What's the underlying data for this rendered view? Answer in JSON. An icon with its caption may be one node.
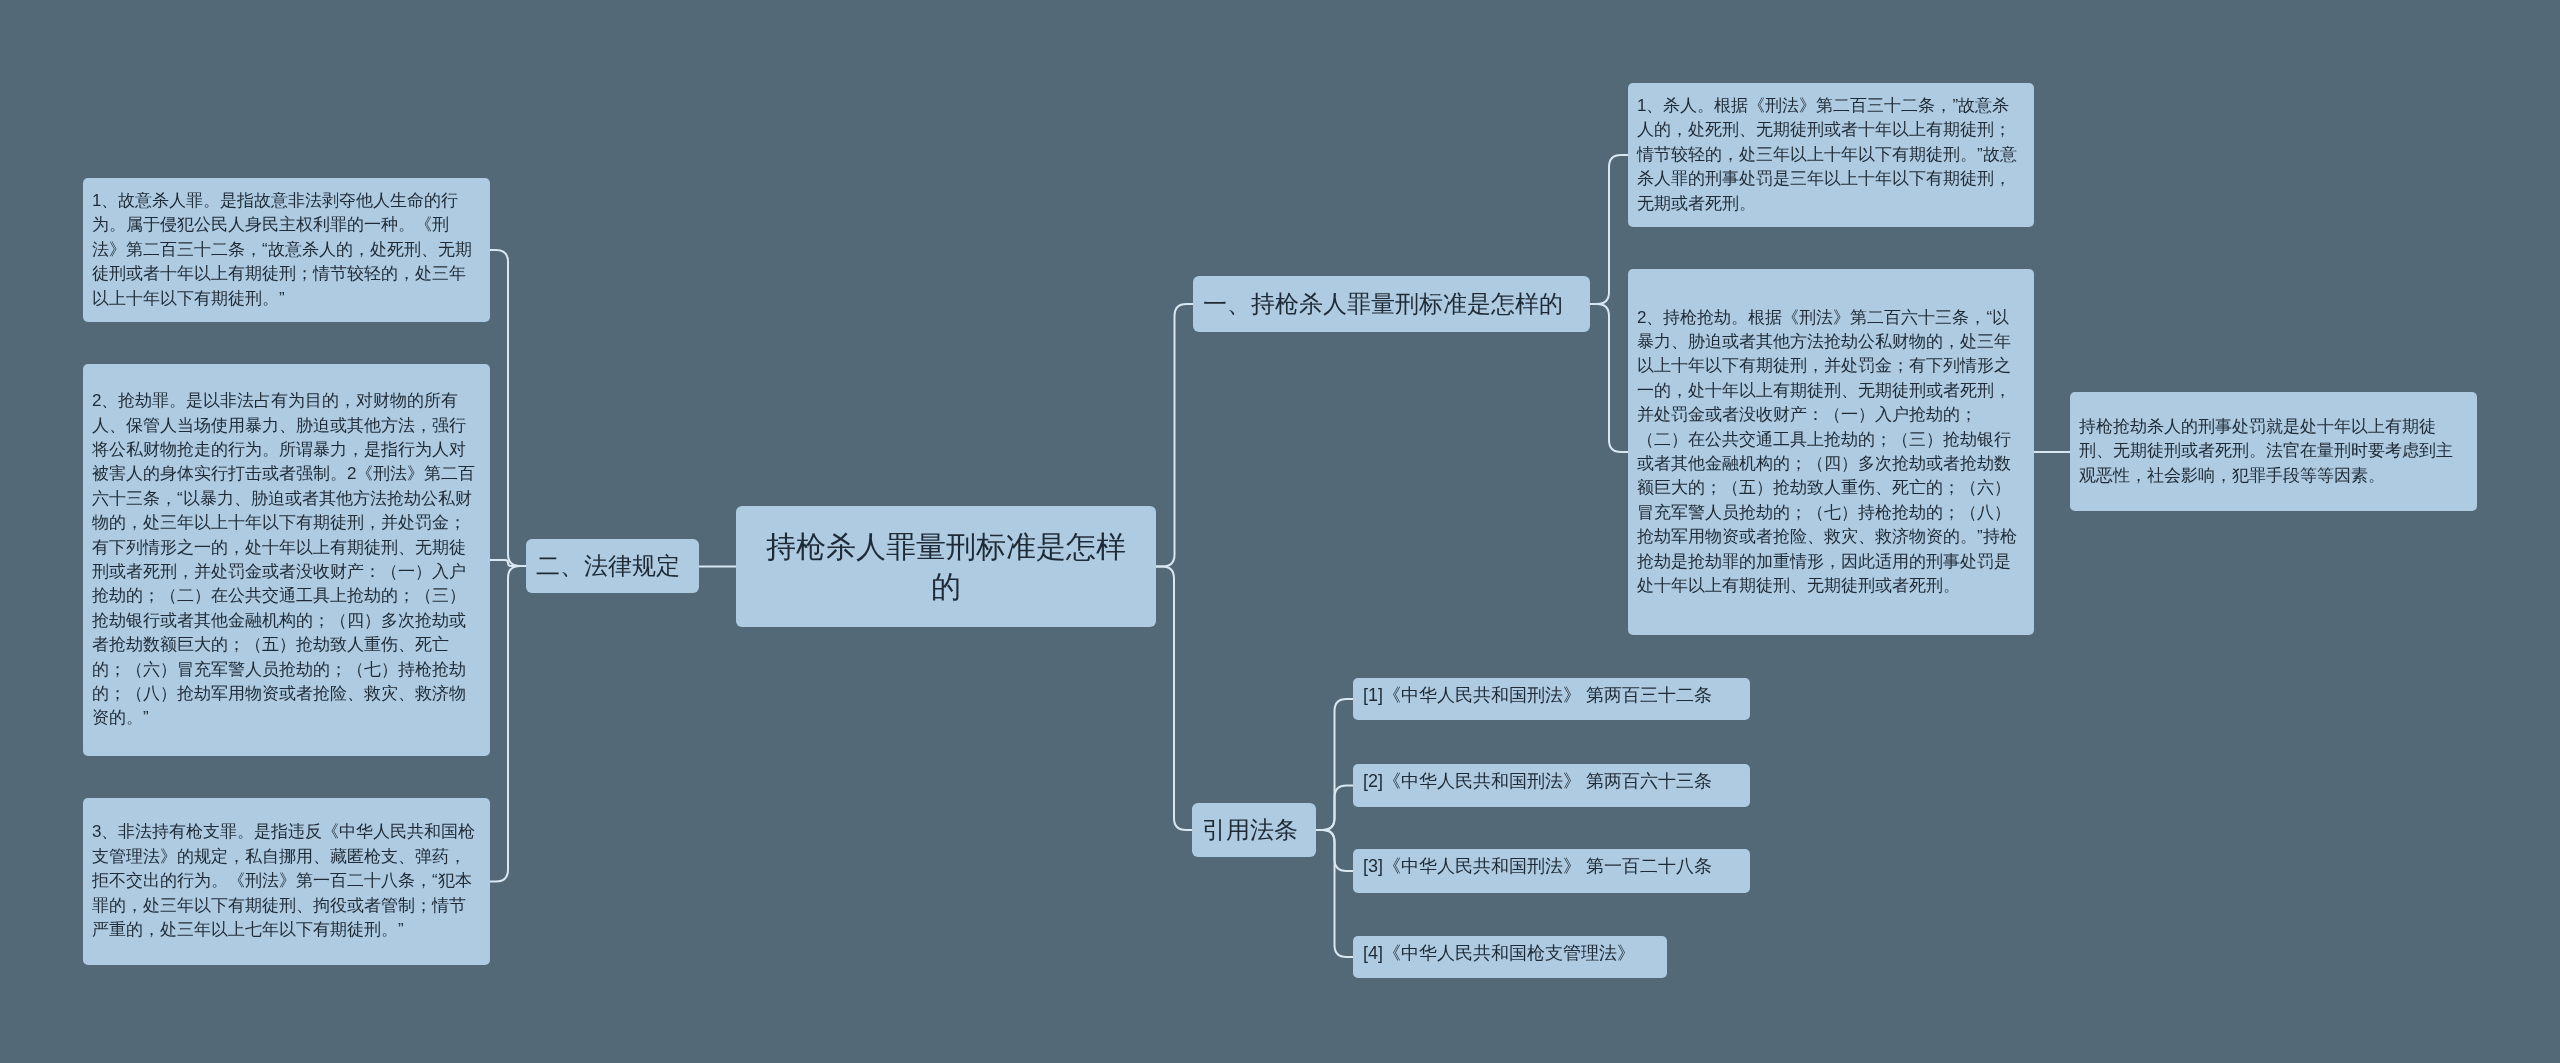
{
  "diagram": {
    "nodes": [
      {
        "text": [
          "持枪杀人罪量刑标准是怎样的"
        ]
      },
      {
        "text": [
          "二、法律规定"
        ]
      },
      {
        "text": [
          "1、故意杀人罪。是指故意非法剥夺他人生命的行为。属于侵犯公民人身民主权利罪的一种。《刑法》第二百三十二条，“故意杀人的，处死刑、无期徒刑或者十年以上有期徒刑；情节较轻的，处三年以上十年以下有期徒刑。”"
        ]
      },
      {
        "text": [
          "2、抢劫罪。是以非法占有为目的，对财物的所有人、保管人当场使用暴力、胁迫或其他方法，强行将公私财物抢走的行为。所谓暴力，是指行为人对被害人的身体实行打击或者强制。2《刑法》第二百六十三条，“以暴力、胁迫或者其他方法抢劫公私财物的，处三年以上十年以下有期徒刑，并处罚金；有下列情形之一的，处十年以上有期徒刑、无期徒刑或者死刑，并处罚金或者没收财产：（一）入户抢劫的；（二）在公共交通工具上抢劫的；（三）抢劫银行或者其他金融机构的；（四）多次抢劫或者抢劫数额巨大的；（五）抢劫致人重伤、死亡的；（六）冒充军警人员抢劫的；（七）持枪抢劫的；（八）抢劫军用物资或者抢险、救灾、救济物资的。”"
        ]
      },
      {
        "text": [
          "3、非法持有枪支罪。是指违反《中华人民共和国枪支管理法》的规定，私自挪用、藏匿枪支、弹药，拒不交出的行为。《刑法》第一百二十八条，“犯本罪的，处三年以下有期徒刑、拘役或者管制；情节严重的，处三年以上七年以下有期徒刑。”"
        ]
      },
      {
        "text": [
          "一、持枪杀人罪量刑标准是怎样的"
        ]
      },
      {
        "text": [
          "1、杀人。根据《刑法》第二百三十二条，”故意杀人的，处死刑、无期徒刑或者十年以上有期徒刑；情节较轻的，处三年以上十年以下有期徒刑。”故意杀人罪的刑事处罚是三年以上十年以下有期徒刑，无期或者死刑。"
        ]
      },
      {
        "text": [
          "2、持枪抢劫。根据《刑法》第二百六十三条，“以暴力、胁迫或者其他方法抢劫公私财物的，处三年以上十年以下有期徒刑，并处罚金；有下列情形之一的，处十年以上有期徒刑、无期徒刑或者死刑，并处罚金或者没收财产：（一）入户抢劫的；（二）在公共交通工具上抢劫的；（三）抢劫银行或者其他金融机构的；（四）多次抢劫或者抢劫数额巨大的；（五）抢劫致人重伤、死亡的；（六）冒充军警人员抢劫的；（七）持枪抢劫的；（八）抢劫军用物资或者抢险、救灾、救济物资的。”持枪抢劫是抢劫罪的加重情形，因此适用的刑事处罚是处十年以上有期徒刑、无期徒刑或者死刑。"
        ]
      },
      {
        "text": [
          "持枪抢劫杀人的刑事处罚就是处十年以上有期徒刑、无期徒刑或者死刑。法官在量刑时要考虑到主观恶性，社会影响，犯罪手段等等因素。"
        ]
      },
      {
        "text": [
          "引用法条"
        ]
      },
      {
        "text": [
          "[1]《中华人民共和国刑法》 第两百三十二条"
        ]
      },
      {
        "text": [
          "[2]《中华人民共和国刑法》 第两百六十三条"
        ]
      },
      {
        "text": [
          "[3]《中华人民共和国刑法》 第一百二十八条"
        ]
      },
      {
        "text": [
          "[4]《中华人民共和国枪支管理法》"
        ]
      }
    ],
    "edges": [
      {
        "from": 0,
        "to": 1,
        "arrow": "none"
      },
      {
        "from": 1,
        "to": 2,
        "arrow": "none"
      },
      {
        "from": 1,
        "to": 3,
        "arrow": "none"
      },
      {
        "from": 1,
        "to": 4,
        "arrow": "none"
      },
      {
        "from": 0,
        "to": 5,
        "arrow": "none"
      },
      {
        "from": 5,
        "to": 6,
        "arrow": "none"
      },
      {
        "from": 5,
        "to": 7,
        "arrow": "none"
      },
      {
        "from": 7,
        "to": 8,
        "arrow": "none"
      },
      {
        "from": 0,
        "to": 9,
        "arrow": "none"
      },
      {
        "from": 9,
        "to": 10,
        "arrow": "none"
      },
      {
        "from": 9,
        "to": 11,
        "arrow": "none"
      },
      {
        "from": 9,
        "to": 12,
        "arrow": "none"
      },
      {
        "from": 9,
        "to": 13,
        "arrow": "none"
      }
    ]
  }
}
